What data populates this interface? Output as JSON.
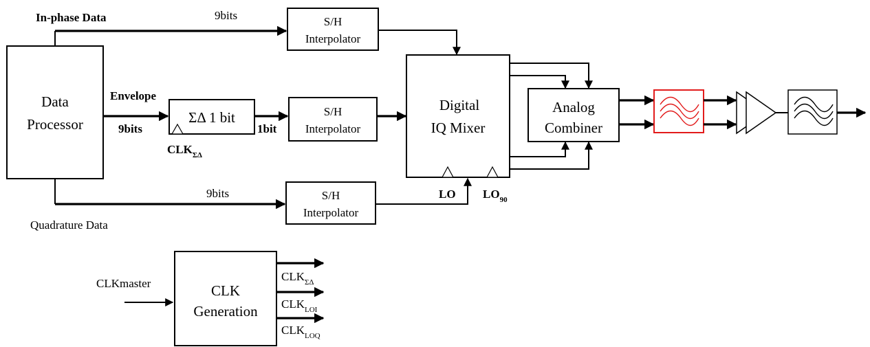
{
  "signals": {
    "inphase": "In-phase Data",
    "quadrature": "Quadrature Data",
    "envelope": "Envelope",
    "bits9": "9bits",
    "bit1": "1bit",
    "clkmaster": "CLKmaster"
  },
  "blocks": {
    "data_processor": [
      "Data",
      "Processor"
    ],
    "sh_interp": [
      "S/H",
      "Interpolator"
    ],
    "sigma_delta": "ΣΔ 1 bit",
    "iq_mixer": [
      "Digital",
      "IQ Mixer"
    ],
    "analog_combiner": [
      "Analog",
      "Combiner"
    ],
    "clk_generation": [
      "CLK",
      "Generation"
    ]
  },
  "clocks": {
    "clk": "CLK",
    "sd_sub": "ΣΔ",
    "loi_sub": "LOI",
    "loq_sub": "LOQ",
    "lo": "LO",
    "lo90_sub": "90"
  },
  "colors": {
    "filter_highlight": "#e21b1b"
  }
}
